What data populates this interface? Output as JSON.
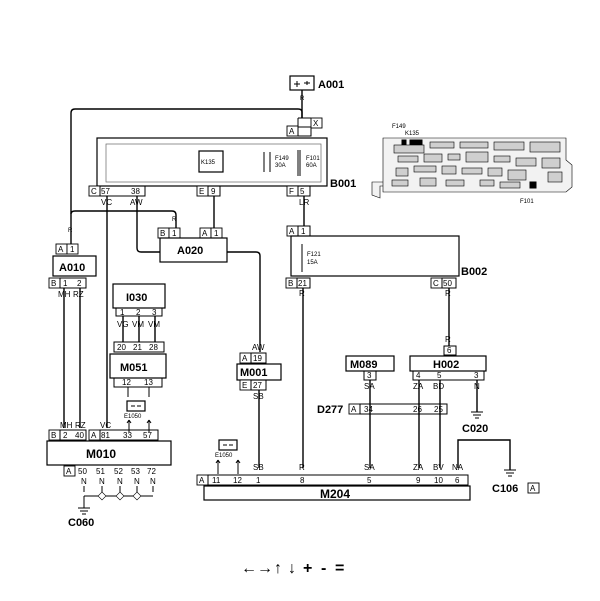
{
  "components": {
    "a001": "A001",
    "b001": "B001",
    "a020": "A020",
    "a010": "A010",
    "i030": "I030",
    "m051": "M051",
    "m010": "M010",
    "b002": "B002",
    "m001": "M001",
    "m089": "M089",
    "h002": "H002",
    "d277": "D277",
    "m204": "M204",
    "c020": "C020",
    "c060": "C060",
    "c106": "C106",
    "e1050": "E1050",
    "k135": "K135",
    "f149": "F149",
    "f149_rating": "30A",
    "f101": "F101",
    "f101_rating": "60A",
    "f121": "F121",
    "f121_rating": "15A"
  },
  "connector_tags": {
    "A": "A",
    "B": "B",
    "C": "C",
    "E": "E",
    "F": "F",
    "X": "X"
  },
  "pins": {
    "b001_c": [
      "57",
      "38"
    ],
    "b001_e": "9",
    "b001_f": "5",
    "a020": "1",
    "a010_a": "1",
    "a010_b": [
      "1",
      "2"
    ],
    "i030": [
      "1",
      "2",
      "3"
    ],
    "m051_top": [
      "20",
      "21",
      "28"
    ],
    "m051_bottom": [
      "12",
      "13"
    ],
    "m010_b": [
      "2",
      "40"
    ],
    "m010_a": [
      "81",
      "33",
      "57"
    ],
    "m010_bottom": [
      "50",
      "51",
      "52",
      "53",
      "72"
    ],
    "b002_a": "1",
    "b002_b": "21",
    "b002_c": "50",
    "m001_a": "19",
    "m001_e": "27",
    "m089": "3",
    "h002_top": "6",
    "h002_bottom": [
      "4",
      "5",
      "3"
    ],
    "d277": [
      "34",
      "26",
      "25"
    ],
    "m204": [
      "11",
      "12",
      "1",
      "8",
      "5",
      "9",
      "10",
      "6"
    ]
  },
  "wire_colors": {
    "R": "R",
    "VC": "VC",
    "AW": "AW",
    "LR": "LR",
    "MH": "MH",
    "RZ": "RZ",
    "VG": "VG",
    "VM": "VM",
    "SB": "SB",
    "SA": "SA",
    "ZA": "ZA",
    "BD": "BD",
    "BV": "BV",
    "N": "N",
    "NA": "NA"
  },
  "nav_symbols": {
    "arrows_h": "←→",
    "arrow_up": "↑",
    "arrow_down": "↓",
    "plus": "+",
    "minus": "-",
    "equals": "="
  }
}
